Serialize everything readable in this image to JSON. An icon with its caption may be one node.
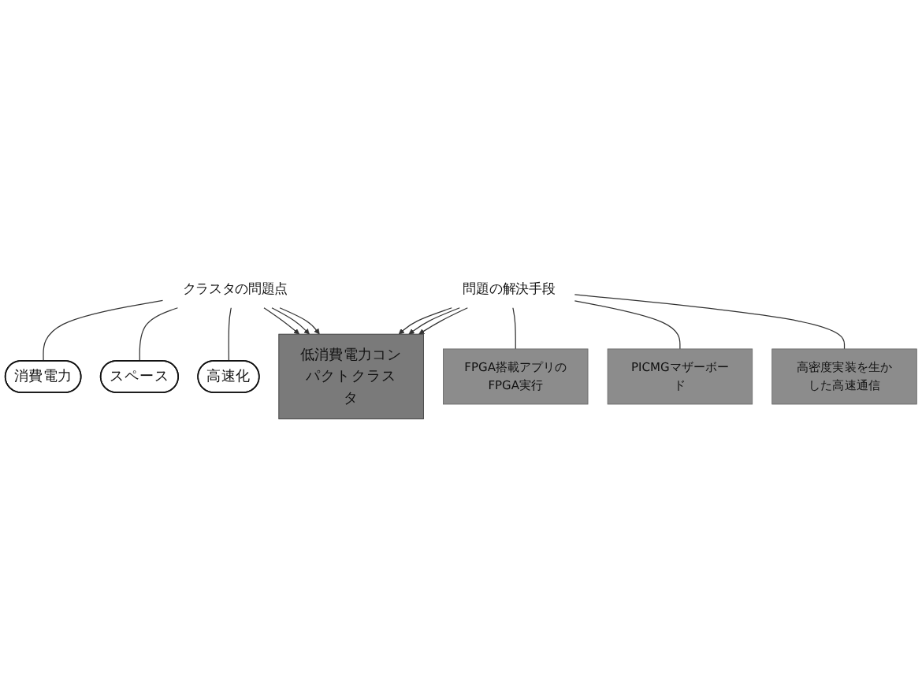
{
  "diagram": {
    "nodes": [
      {
        "text": [
          "消費電力"
        ]
      },
      {
        "text": [
          "スペース"
        ]
      },
      {
        "text": [
          "高速化"
        ]
      },
      {
        "text": [
          "クラスタの問題点"
        ]
      },
      {
        "text": [
          "低消費電力コンパクトクラスタ"
        ]
      },
      {
        "text": [
          "問題の解決手段"
        ]
      },
      {
        "text": [
          "FPGA搭載アプリのFPGA実行"
        ]
      },
      {
        "text": [
          "PICMGマザーボード"
        ]
      },
      {
        "text": [
          "高密度実装を生かした高速通信"
        ]
      }
    ],
    "edges": [
      {
        "from": 0,
        "to": 3,
        "arrow": "none"
      },
      {
        "from": 1,
        "to": 3,
        "arrow": "none"
      },
      {
        "from": 2,
        "to": 3,
        "arrow": "none"
      },
      {
        "from": 3,
        "to": 4,
        "arrow": "to"
      },
      {
        "from": 3,
        "to": 4,
        "arrow": "to"
      },
      {
        "from": 3,
        "to": 4,
        "arrow": "to"
      },
      {
        "from": 6,
        "to": 5,
        "arrow": "none"
      },
      {
        "from": 7,
        "to": 5,
        "arrow": "none"
      },
      {
        "from": 8,
        "to": 5,
        "arrow": "none"
      },
      {
        "from": 5,
        "to": 4,
        "arrow": "to"
      },
      {
        "from": 5,
        "to": 4,
        "arrow": "to"
      },
      {
        "from": 5,
        "to": 4,
        "arrow": "to"
      }
    ]
  }
}
